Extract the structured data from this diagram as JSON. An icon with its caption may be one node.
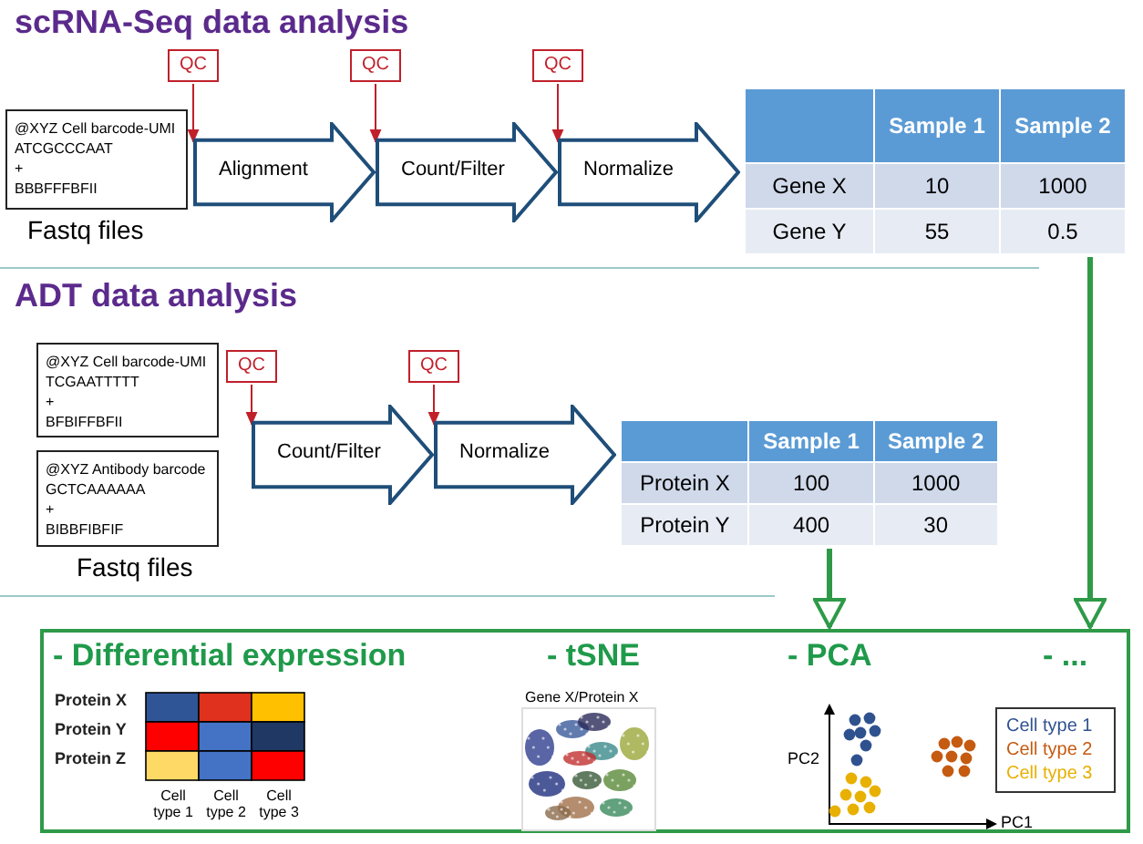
{
  "diagram": {
    "nodes": [
      {
        "text": [
          "QC"
        ]
      },
      {
        "text": [
          "QC"
        ]
      },
      {
        "text": [
          "QC"
        ]
      },
      {
        "text": [
          "@XYZ Cell barcode-UMI",
          "ATCGCCCAAT",
          "+",
          "BBBFFFBFII"
        ]
      },
      {
        "text": [
          "Alignment"
        ]
      },
      {
        "text": [
          "Count/Filter"
        ]
      },
      {
        "text": [
          "Normalize"
        ]
      },
      {
        "text": [
          "Sample 1",
          "Sample 2",
          "Gene X",
          "10",
          "1000",
          "Gene Y",
          "55",
          "0.5"
        ]
      },
      {
        "text": [
          "QC"
        ]
      },
      {
        "text": [
          "QC"
        ]
      },
      {
        "text": [
          "@XYZ Cell barcode-UMI",
          "TCGAATTTTT",
          "+",
          "BFBIFFBFII"
        ]
      },
      {
        "text": [
          "@XYZ Antibody barcode",
          "GCTCAAAAAA",
          "+",
          "BIBBFIBFIF"
        ]
      },
      {
        "text": [
          "Count/Filter"
        ]
      },
      {
        "text": [
          "Normalize"
        ]
      },
      {
        "text": [
          "Sample 1",
          "Sample 2",
          "Protein X",
          "100",
          "1000",
          "Protein Y",
          "400",
          "30"
        ]
      },
      {
        "text": [
          "- Differential expression",
          "- tSNE",
          "- PCA",
          "- ..."
        ]
      }
    ],
    "edges": [
      {
        "from": 0,
        "to": 4,
        "arrow": "to"
      },
      {
        "from": 1,
        "to": 5,
        "arrow": "to"
      },
      {
        "from": 2,
        "to": 6,
        "arrow": "to"
      },
      {
        "from": 8,
        "to": 12,
        "arrow": "to"
      },
      {
        "from": 9,
        "to": 13,
        "arrow": "to"
      },
      {
        "from": 7,
        "to": 15,
        "arrow": "to",
        "style": "thick",
        "color": "#2e9a48"
      },
      {
        "from": 14,
        "to": 15,
        "arrow": "to",
        "style": "thick",
        "color": "#2e9a48"
      }
    ],
    "labels": [
      "scRNA-Seq data analysis",
      "Fastq files",
      "ADT data analysis",
      "Fastq files",
      "Protein X",
      "Protein Y",
      "Protein Z",
      "Cell type 1",
      "Cell type 2",
      "Cell type 3",
      "Gene X/Protein X",
      "PC2",
      "PC1"
    ],
    "legend": [
      {
        "text": "Cell type 1",
        "color": "#2f528f"
      },
      {
        "text": "Cell type 2",
        "color": "#c55a11"
      },
      {
        "text": "Cell type 3",
        "color": "#e8b000"
      }
    ]
  }
}
